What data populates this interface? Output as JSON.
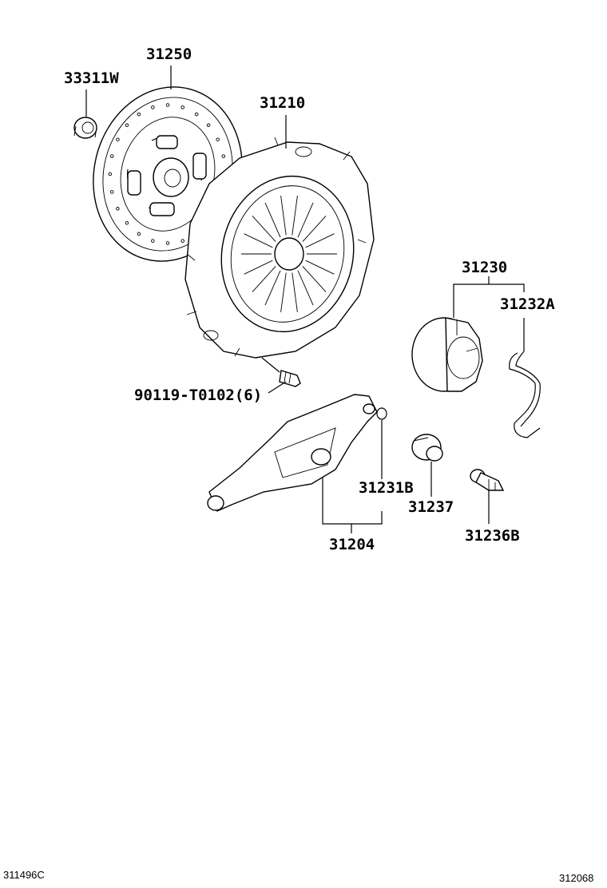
{
  "callouts": {
    "c33311W": "33311W",
    "c31250": "31250",
    "c31210": "31210",
    "c31230": "31230",
    "c31232A": "31232A",
    "c90119": "90119-T0102(6)",
    "c31231B": "31231B",
    "c31237": "31237",
    "c31204": "31204",
    "c31236B": "31236B"
  },
  "footer": {
    "left_code": "311496C",
    "right_code": "312068"
  }
}
